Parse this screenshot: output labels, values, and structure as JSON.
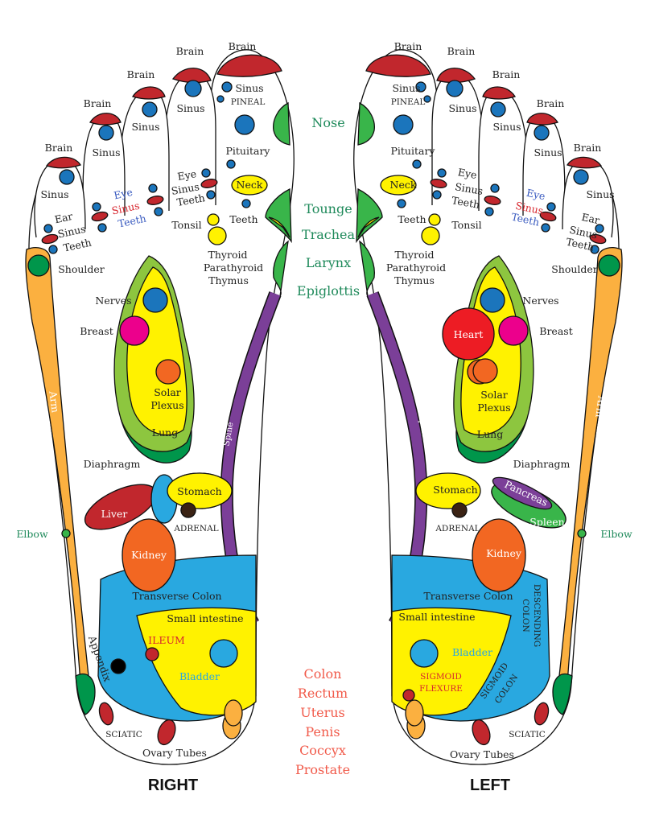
{
  "colors": {
    "brain": "#c1272d",
    "sinus": "#1b75bc",
    "arm": "#fbb040",
    "lung_outer": "#8dc63f",
    "lung": "#fff200",
    "diaphragm": "#00964b",
    "spine": "#7b3f98",
    "colon": "#29a8e0",
    "kidney": "#f26722",
    "breast": "#ec008c",
    "heart": "#ed1c24",
    "throat": "#39b54a",
    "center_green": "#1f8a5b",
    "center_red": "#f15a4a"
  },
  "center": {
    "upper": [
      "Nose",
      "Tounge",
      "Trachea",
      "Larynx",
      "Epiglottis"
    ],
    "lower": [
      "Colon",
      "Rectum",
      "Uterus",
      "Penis",
      "Coccyx",
      "Prostate"
    ]
  },
  "titles": {
    "right": "RIGHT",
    "left": "LEFT"
  },
  "right": [
    "Brain",
    "Sinus",
    "Brain",
    "Sinus",
    "Brain",
    "Sinus",
    "Brain",
    "Sinus",
    "Brain",
    "Sinus",
    "PINEAL",
    "Pituitary",
    "Eye",
    "Sinus",
    "Teeth",
    "Eye",
    "Sinus",
    "Teeth",
    "Ear",
    "Sinus",
    "Teeth",
    "Neck",
    "Teeth",
    "Tonsil",
    "Thyroid",
    "Parathyroid",
    "Thymus",
    "Shoulder",
    "Nerves",
    "Breast",
    "Solar",
    "Plexus",
    "Lung",
    "Diaphragm",
    "Liver",
    "Stomach",
    "ADRENAL",
    "Kidney",
    "Transverse Colon",
    "Small intestine",
    "ILEUM",
    "Bladder",
    "Appendix",
    "SCIATIC",
    "Ovary Tubes",
    "Arm",
    "Elbow",
    "Spine"
  ],
  "left": [
    "Brain",
    "Sinus",
    "PINEAL",
    "Brain",
    "Sinus",
    "Brain",
    "Sinus",
    "Brain",
    "Sinus",
    "Brain",
    "Sinus",
    "Pituitary",
    "Eye",
    "Sinus",
    "Teeth",
    "Eye",
    "Sinus",
    "Teeth",
    "Ear",
    "Sinus",
    "Teeth",
    "Neck",
    "Teeth",
    "Tonsil",
    "Thyroid",
    "Parathyroid",
    "Thymus",
    "Shoulder",
    "Nerves",
    "Heart",
    "Breast",
    "Solar",
    "Plexus",
    "Lung",
    "Diaphragm",
    "Stomach",
    "ADRENAL",
    "Pancreas",
    "Spleen",
    "Kidney",
    "Transverse Colon",
    "Small intestine",
    "Bladder",
    "SIGMOID",
    "FLEXURE",
    "DESCENDING",
    "COLON",
    "SIGMOID",
    "COLON",
    "SCIATIC",
    "Ovary Tubes",
    "Arm",
    "Elbow",
    "Spine"
  ]
}
